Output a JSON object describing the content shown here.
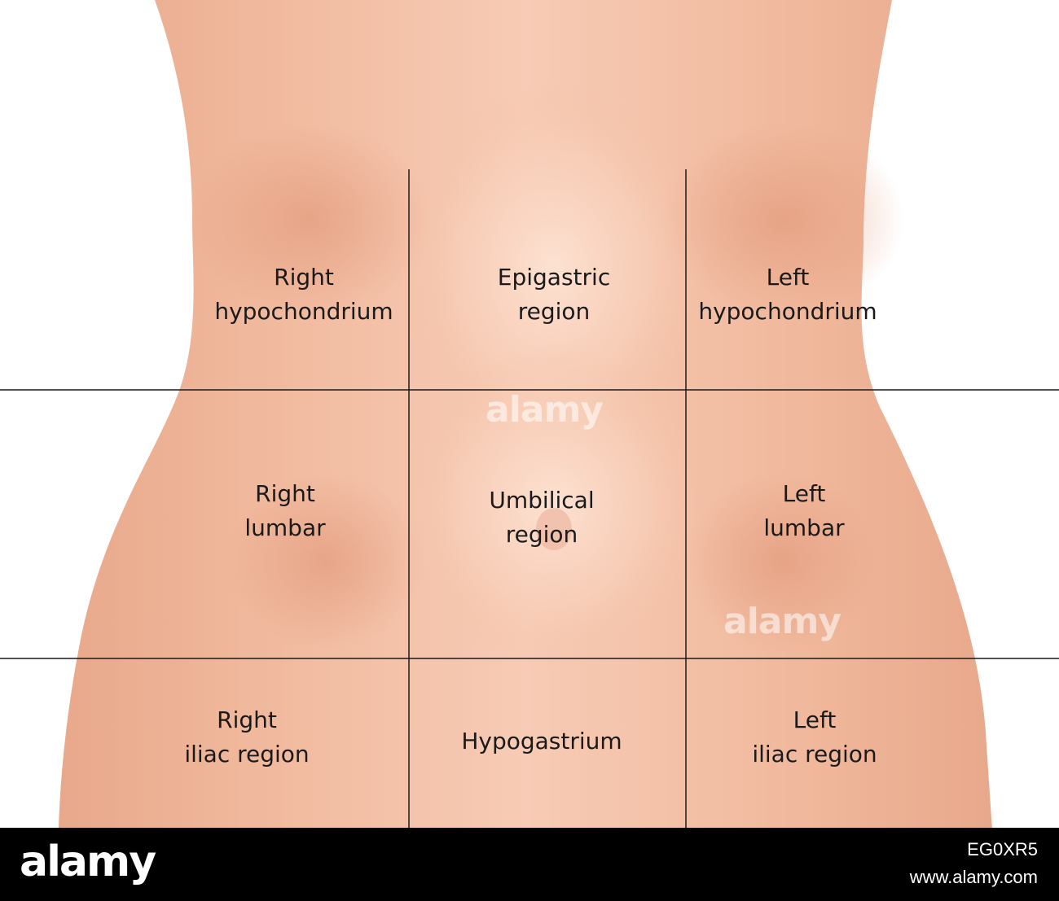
{
  "regions": {
    "right_hypochondrium": {
      "line1": "Right",
      "line2": "hypochondrium"
    },
    "epigastric": {
      "line1": "Epigastric",
      "line2": "region"
    },
    "left_hypochondrium": {
      "line1": "Left",
      "line2": "hypochondrium"
    },
    "right_lumbar": {
      "line1": "Right",
      "line2": "lumbar"
    },
    "umbilical": {
      "line1": "Umbilical",
      "line2": "region"
    },
    "left_lumbar": {
      "line1": "Left",
      "line2": "lumbar"
    },
    "right_iliac": {
      "line1": "Right",
      "line2": "iliac region"
    },
    "hypogastrium": {
      "line1": "Hypogastrium"
    },
    "left_iliac": {
      "line1": "Left",
      "line2": "iliac region"
    }
  },
  "watermark": {
    "text": "alamy"
  },
  "footer": {
    "logo": "alamy",
    "image_id": "EG0XR5",
    "url": "www.alamy.com"
  },
  "colors": {
    "skin_base": "#f0b89c",
    "skin_light": "#fadccc",
    "skin_shadow": "#e39a7c",
    "grid_line": "#1a1a1a",
    "footer_bg": "#000000"
  }
}
